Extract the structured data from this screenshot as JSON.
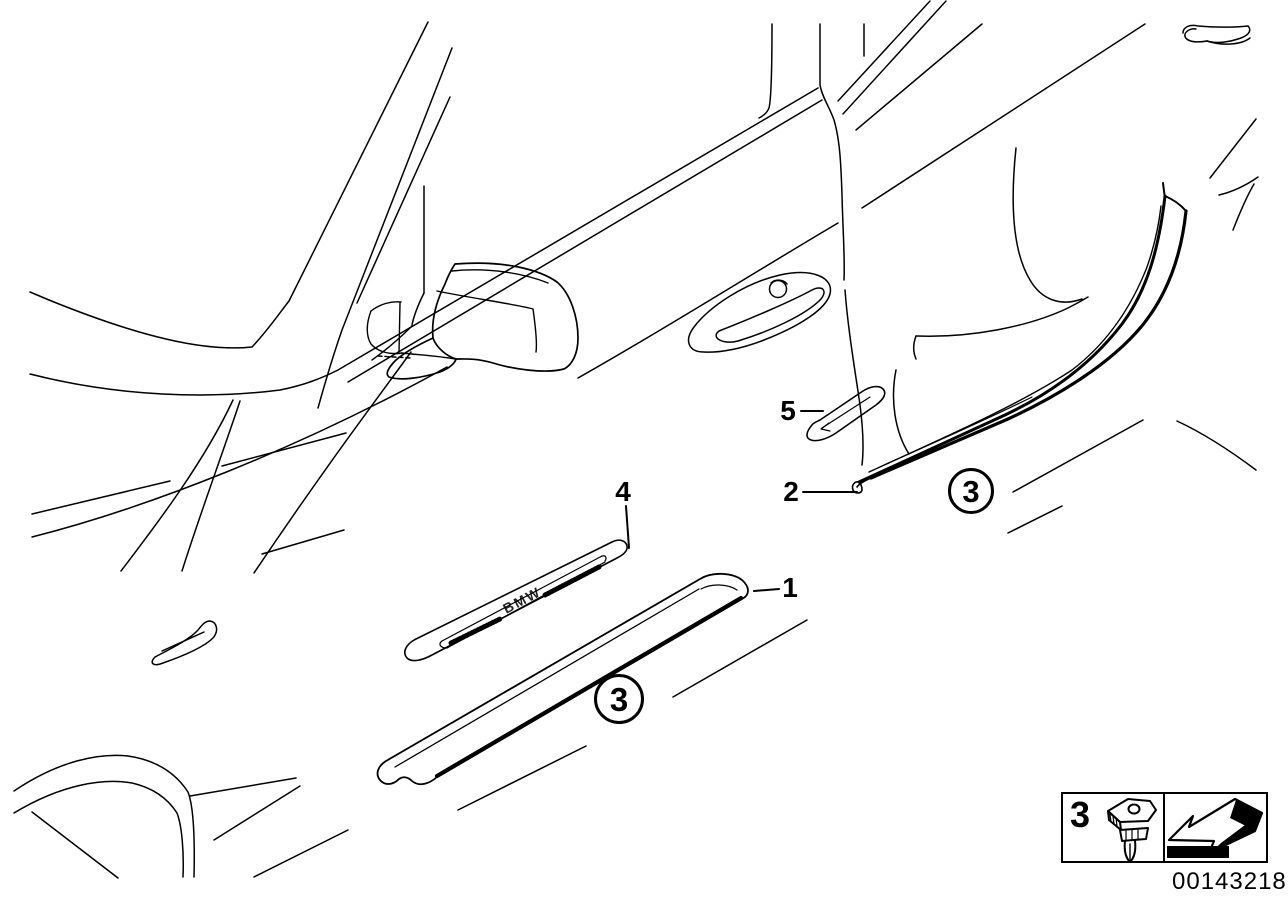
{
  "diagram": {
    "background": "#ffffff",
    "line_color": "#000000",
    "doc_number": "00143218",
    "strip_brand_text": "BMW",
    "callouts": {
      "part1_label": "1",
      "part2_label": "2",
      "part4_label": "4",
      "part5_label": "5",
      "clip_circle_front": "3",
      "clip_circle_rear": "3"
    },
    "legend": {
      "clip_item_label": "3"
    }
  }
}
